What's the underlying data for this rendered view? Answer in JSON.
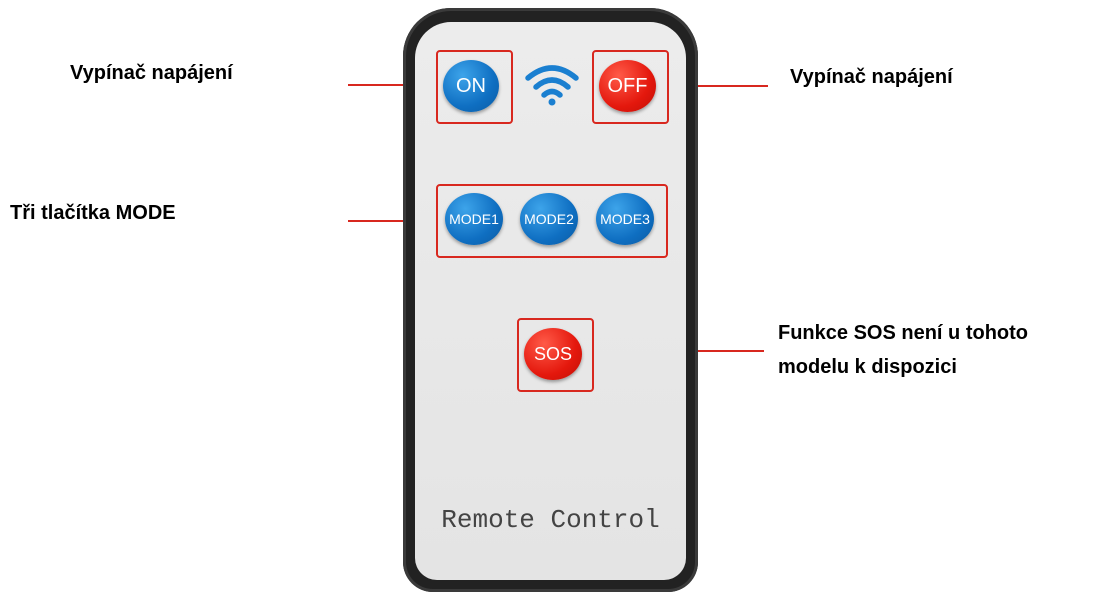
{
  "annotations": {
    "power_left": "Vypínač napájení",
    "power_right": "Vypínač napájení",
    "mode": "Tři tlačítka MODE",
    "sos_line1": "Funkce SOS není u tohoto",
    "sos_line2": "modelu k dispozici"
  },
  "remote": {
    "on_label": "ON",
    "off_label": "OFF",
    "mode1_label": "MODE1",
    "mode2_label": "MODE2",
    "mode3_label": "MODE3",
    "sos_label": "SOS",
    "footer_text": "Remote Control",
    "wifi_icon": "wifi-icon"
  },
  "colors": {
    "accent_red": "#d8281f",
    "button_blue": "#0f6fc2",
    "button_red": "#e4180d"
  }
}
